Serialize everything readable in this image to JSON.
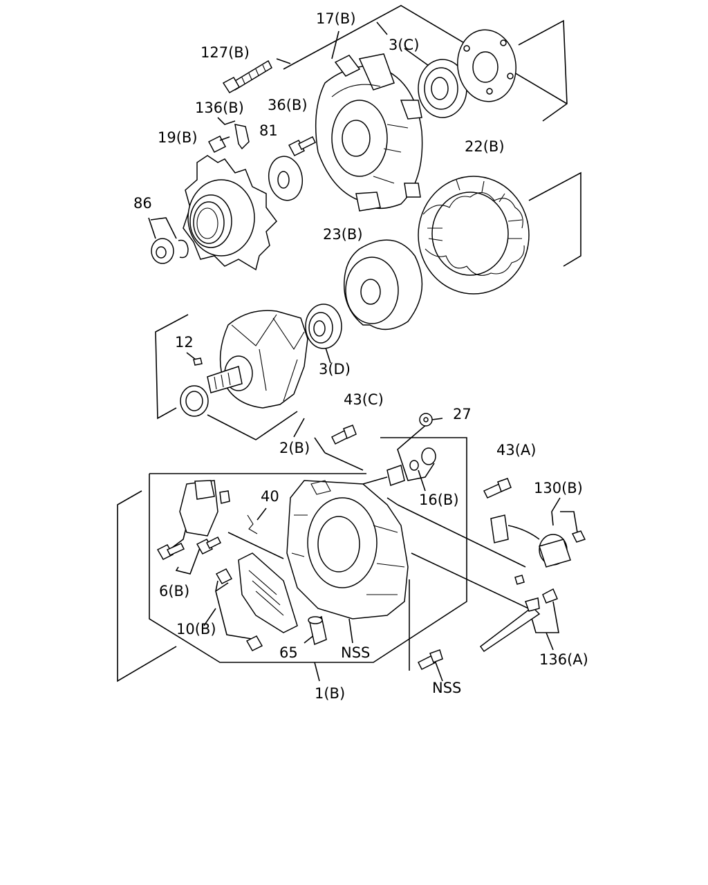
{
  "labels": {
    "p17b": "17(B)",
    "p3c": "3(C)",
    "p127b": "127(B)",
    "p136b": "136(B)",
    "p36b": "36(B)",
    "p81": "81",
    "p19b": "19(B)",
    "p22b": "22(B)",
    "p86": "86",
    "p23b": "23(B)",
    "p12": "12",
    "p3d": "3(D)",
    "p43c": "43(C)",
    "p27": "27",
    "p2b": "2(B)",
    "p43a": "43(A)",
    "p40": "40",
    "p16b": "16(B)",
    "p130b": "130(B)",
    "p6b": "6(B)",
    "p10b": "10(B)",
    "p65": "65",
    "pnss1": "NSS",
    "p136a": "136(A)",
    "pnss2": "NSS",
    "p1b": "1(B)"
  }
}
